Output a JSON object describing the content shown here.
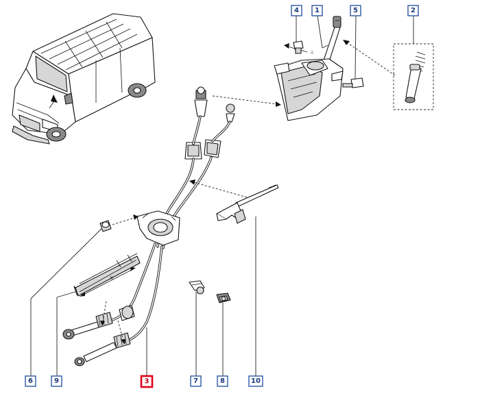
{
  "callouts": [
    {
      "id": "c1",
      "label": "1"
    },
    {
      "id": "c2",
      "label": "2"
    },
    {
      "id": "c3",
      "label": "3",
      "highlighted": true
    },
    {
      "id": "c4",
      "label": "4"
    },
    {
      "id": "c5",
      "label": "5"
    },
    {
      "id": "c6",
      "label": "6"
    },
    {
      "id": "c7",
      "label": "7"
    },
    {
      "id": "c8",
      "label": "8"
    },
    {
      "id": "c9",
      "label": "9"
    },
    {
      "id": "c10",
      "label": "10"
    }
  ],
  "annotations": {
    "dimension_x": "x"
  },
  "colors": {
    "callout_border": "#1a4a9a",
    "highlight": "#e0001b",
    "line": "#111111"
  }
}
